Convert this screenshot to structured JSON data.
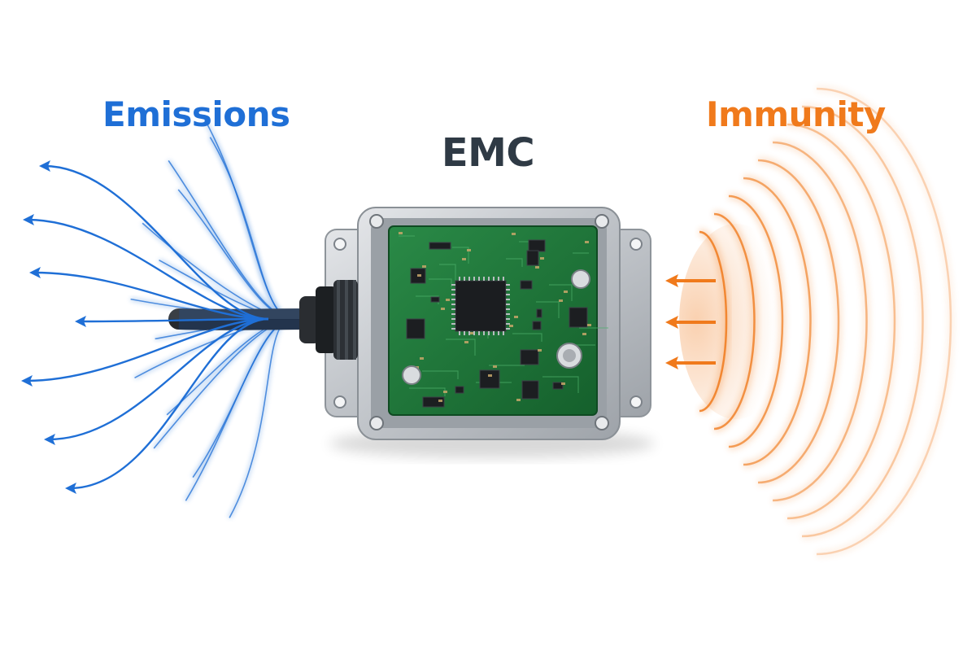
{
  "labels": {
    "emissions": "Emissions",
    "emc": "EMC",
    "immunity": "Immunity"
  },
  "colors": {
    "emissions": "#1f6fd6",
    "emc": "#2f3a45",
    "immunity": "#f07a1c",
    "pcb": "#1f7a3a",
    "enclosure": "#c9ccd0"
  },
  "icons": {
    "emission_arrows": "arrow-left-icon",
    "immunity_arrows": "arrow-left-icon",
    "device": "pcb-enclosure-icon",
    "cable": "cable-gland-icon"
  }
}
